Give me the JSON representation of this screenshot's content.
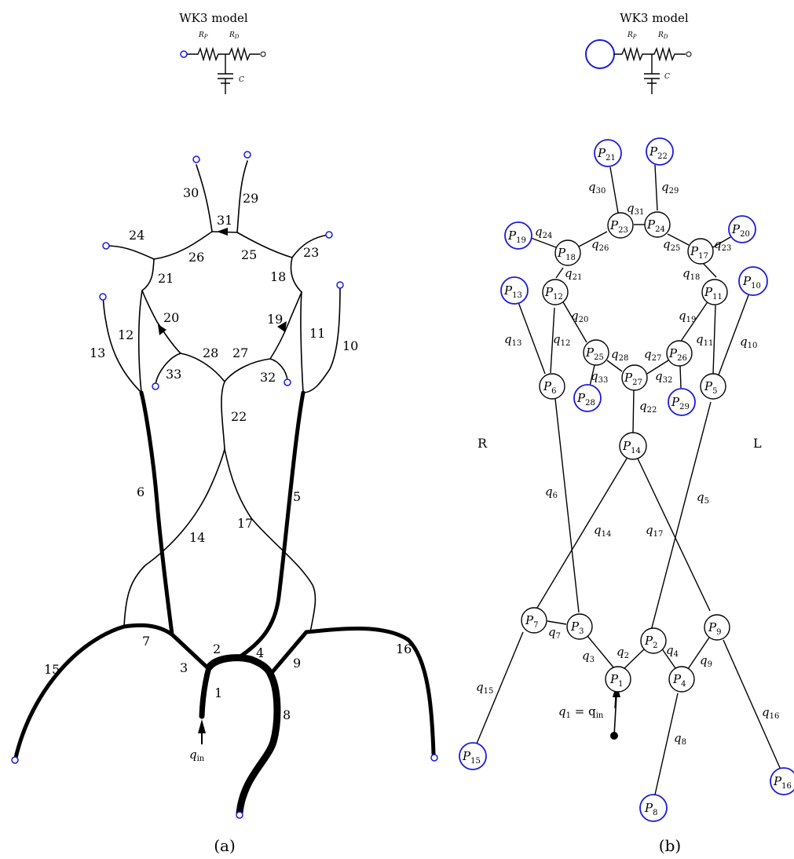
{
  "panel_a": {
    "caption": "(a)",
    "wk_title": "WK3 model",
    "wk_rp": "R",
    "wk_rp_sub": "P",
    "wk_rd": "R",
    "wk_rd_sub": "D",
    "wk_c": "C",
    "inlet_q": "q",
    "inlet_q_sub": "in",
    "vessel_labels": [
      "1",
      "2",
      "3",
      "4",
      "5",
      "6",
      "7",
      "8",
      "9",
      "10",
      "11",
      "12",
      "13",
      "14",
      "15",
      "16",
      "17",
      "18",
      "19",
      "20",
      "21",
      "22",
      "23",
      "24",
      "25",
      "26",
      "27",
      "28",
      "29",
      "30",
      "31",
      "32",
      "33"
    ]
  },
  "panel_b": {
    "caption": "(b)",
    "wk_title": "WK3 model",
    "wk_rp": "R",
    "wk_rp_sub": "P",
    "wk_rd": "R",
    "wk_rd_sub": "D",
    "wk_c": "C",
    "side_right": "R",
    "side_left": "L",
    "inlet_eq": "q",
    "inlet_eq_sub": "1",
    "inlet_eq_mid": " = q",
    "inlet_eq_sub2": "in",
    "pressure_nodes": [
      "1",
      "2",
      "3",
      "4",
      "5",
      "6",
      "7",
      "8",
      "9",
      "10",
      "11",
      "12",
      "13",
      "14",
      "15",
      "16",
      "17",
      "18",
      "19",
      "20",
      "21",
      "22",
      "23",
      "24",
      "25",
      "26",
      "27",
      "28",
      "29"
    ],
    "boundary_nodes": [
      "8",
      "10",
      "13",
      "15",
      "16",
      "19",
      "20",
      "21",
      "22",
      "28",
      "29"
    ],
    "flow_labels": [
      "2",
      "3",
      "4",
      "5",
      "6",
      "7",
      "8",
      "9",
      "10",
      "11",
      "12",
      "13",
      "14",
      "15",
      "16",
      "17",
      "18",
      "19",
      "20",
      "21",
      "22",
      "23",
      "24",
      "25",
      "26",
      "27",
      "28",
      "29",
      "30",
      "31",
      "32",
      "33"
    ]
  }
}
